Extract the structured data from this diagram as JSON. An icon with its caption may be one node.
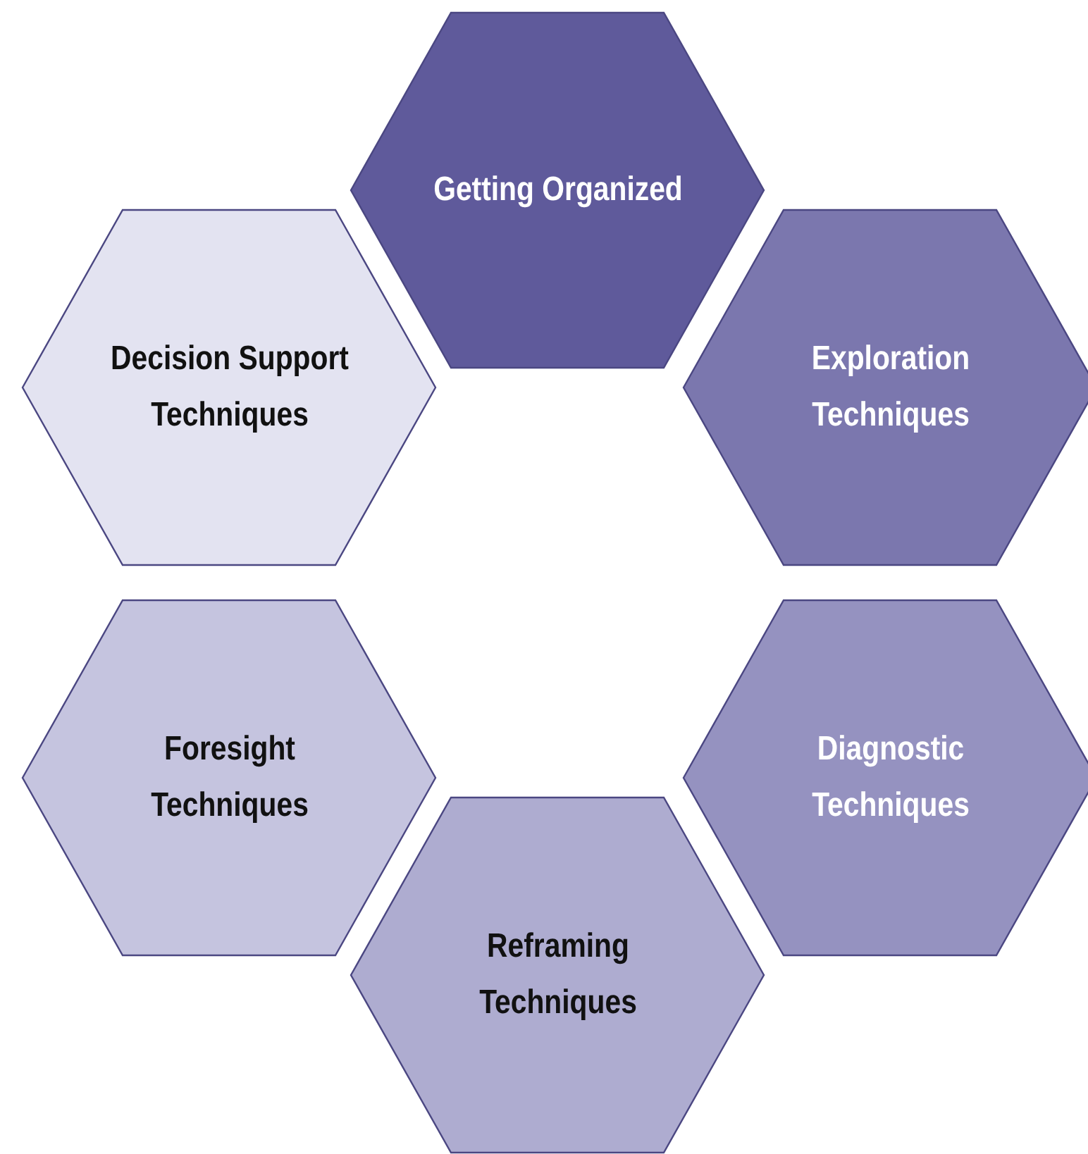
{
  "diagram": {
    "nodes": [
      {
        "text": [
          "Getting Organized"
        ]
      },
      {
        "text": [
          "Exploration Techniques"
        ]
      },
      {
        "text": [
          "Diagnostic Techniques"
        ]
      },
      {
        "text": [
          "Reframing Techniques"
        ]
      },
      {
        "text": [
          "Foresight Techniques"
        ]
      },
      {
        "text": [
          "Decision Support Techniques"
        ]
      }
    ]
  }
}
